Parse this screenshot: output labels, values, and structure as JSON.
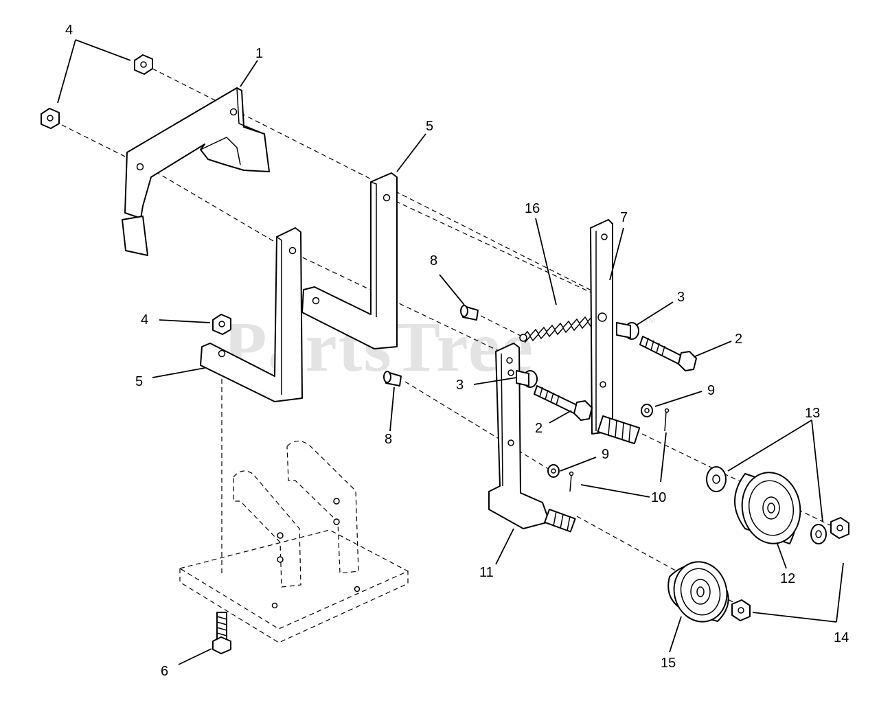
{
  "watermark": {
    "text": "PartsTree",
    "trademark": "TM"
  },
  "callouts": {
    "c1": "1",
    "c2a": "2",
    "c2b": "2",
    "c3a": "3",
    "c3b": "3",
    "c4a": "4",
    "c4b": "4",
    "c5a": "5",
    "c5b": "5",
    "c6": "6",
    "c7": "7",
    "c8a": "8",
    "c8b": "8",
    "c9a": "9",
    "c9b": "9",
    "c10": "10",
    "c11": "11",
    "c12": "12",
    "c13": "13",
    "c14": "14",
    "c15": "15",
    "c16": "16"
  }
}
